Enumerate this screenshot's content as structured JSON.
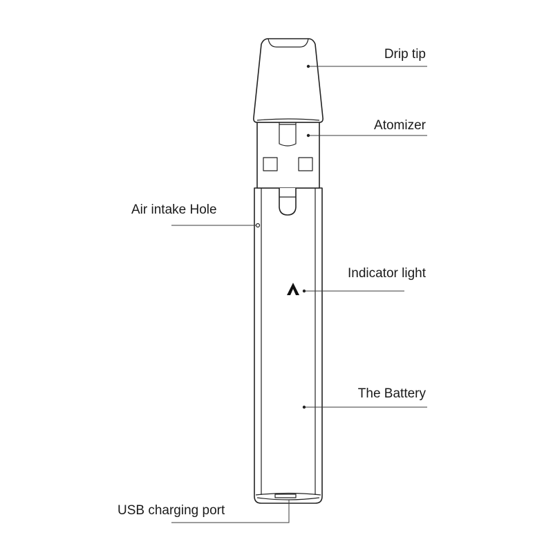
{
  "labels": {
    "drip_tip": "Drip tip",
    "atomizer": "Atomizer",
    "air_intake_hole": "Air intake Hole",
    "indicator_light": "Indicator light",
    "battery": "The Battery",
    "usb_port": "USB charging port"
  },
  "indicator_glyph": "A",
  "colors": {
    "line": "#222222",
    "background": "#ffffff"
  }
}
